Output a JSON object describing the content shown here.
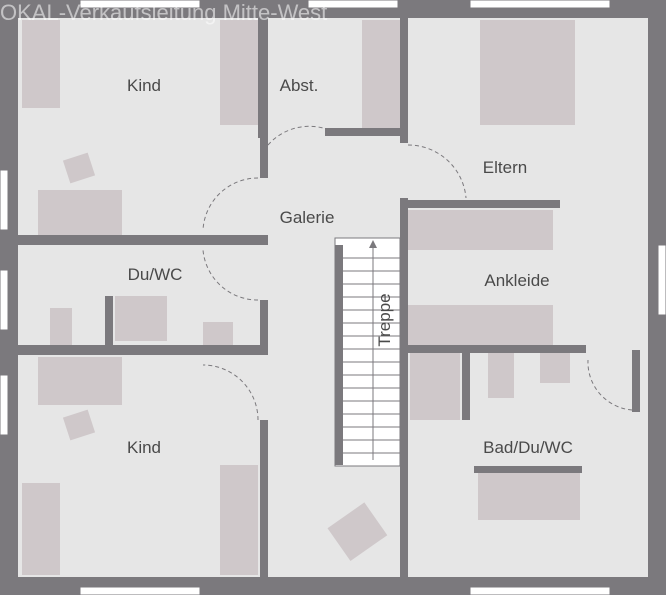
{
  "watermark": "OKAL-Verkaufsleitung Mitte-West",
  "rooms": {
    "kind_top": "Kind",
    "abst": "Abst.",
    "eltern": "Eltern",
    "galerie": "Galerie",
    "du_wc": "Du/WC",
    "ankleide": "Ankleide",
    "treppe": "Treppe",
    "kind_bottom": "Kind",
    "bad": "Bad/Du/WC"
  },
  "colors": {
    "wall": "#7b797d",
    "floor": "#e6e6e6",
    "furniture": "#cfc8ca"
  }
}
